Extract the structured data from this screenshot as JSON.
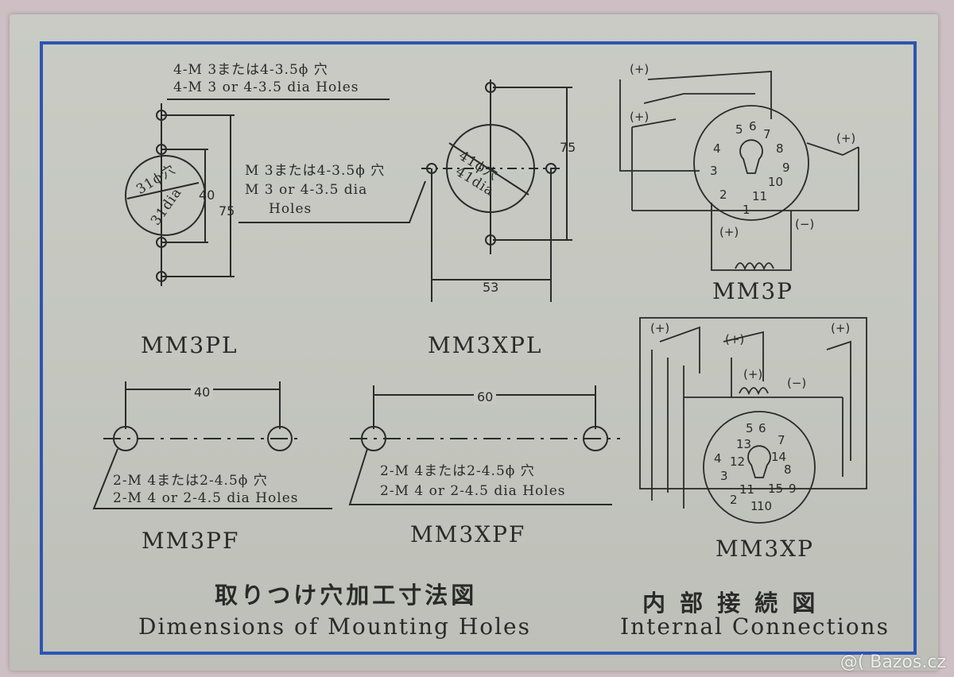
{
  "diagrams": {
    "mm3pl": {
      "model": "MM3PL",
      "note_jp": "4-M 3または4-3.5ϕ 穴",
      "note_en": "4-M 3 or 4-3.5 dia Holes",
      "circle_label_jp": "31ϕ穴",
      "circle_label_en": "31dia",
      "dim_inner": "40",
      "dim_outer": "75"
    },
    "mm3xpl": {
      "model": "MM3XPL",
      "note_jp": "M 3または4-3.5ϕ 穴",
      "note_en": "M 3 or 4-3.5 dia",
      "note_en2": "Holes",
      "circle_label_jp": "41ϕ穴",
      "circle_label_en": "41dia",
      "dim_height": "75",
      "dim_width": "53"
    },
    "mm3pf": {
      "model": "MM3PF",
      "dim_width": "40",
      "note_jp": "2-M 4または2-4.5ϕ 穴",
      "note_en": "2-M 4 or 2-4.5 dia Holes"
    },
    "mm3xpf": {
      "model": "MM3XPF",
      "dim_width": "60",
      "note_jp": "2-M 4または2-4.5ϕ 穴",
      "note_en": "2-M 4 or 2-4.5 dia Holes"
    },
    "mm3p": {
      "model": "MM3P",
      "plus": "(+)",
      "minus": "(−)",
      "terminals": [
        "1",
        "2",
        "3",
        "4",
        "5",
        "6",
        "7",
        "8",
        "9",
        "10",
        "11"
      ]
    },
    "mm3xp": {
      "model": "MM3XP",
      "plus": "(+)",
      "minus": "(−)",
      "terminals": [
        "1",
        "2",
        "3",
        "4",
        "5",
        "6",
        "7",
        "8",
        "9",
        "10",
        "11",
        "12",
        "13",
        "14",
        "15"
      ]
    }
  },
  "captions": {
    "left_jp": "取りつけ穴加工寸法図",
    "left_en": "Dimensions of Mounting Holes",
    "right_jp": "内 部 接 続 図",
    "right_en": "Internal Connections"
  },
  "watermark": "@( Bazos.cz",
  "colors": {
    "frame": "#2b55b5",
    "ink": "#2a2a2a",
    "paper": "#c8cac3"
  }
}
